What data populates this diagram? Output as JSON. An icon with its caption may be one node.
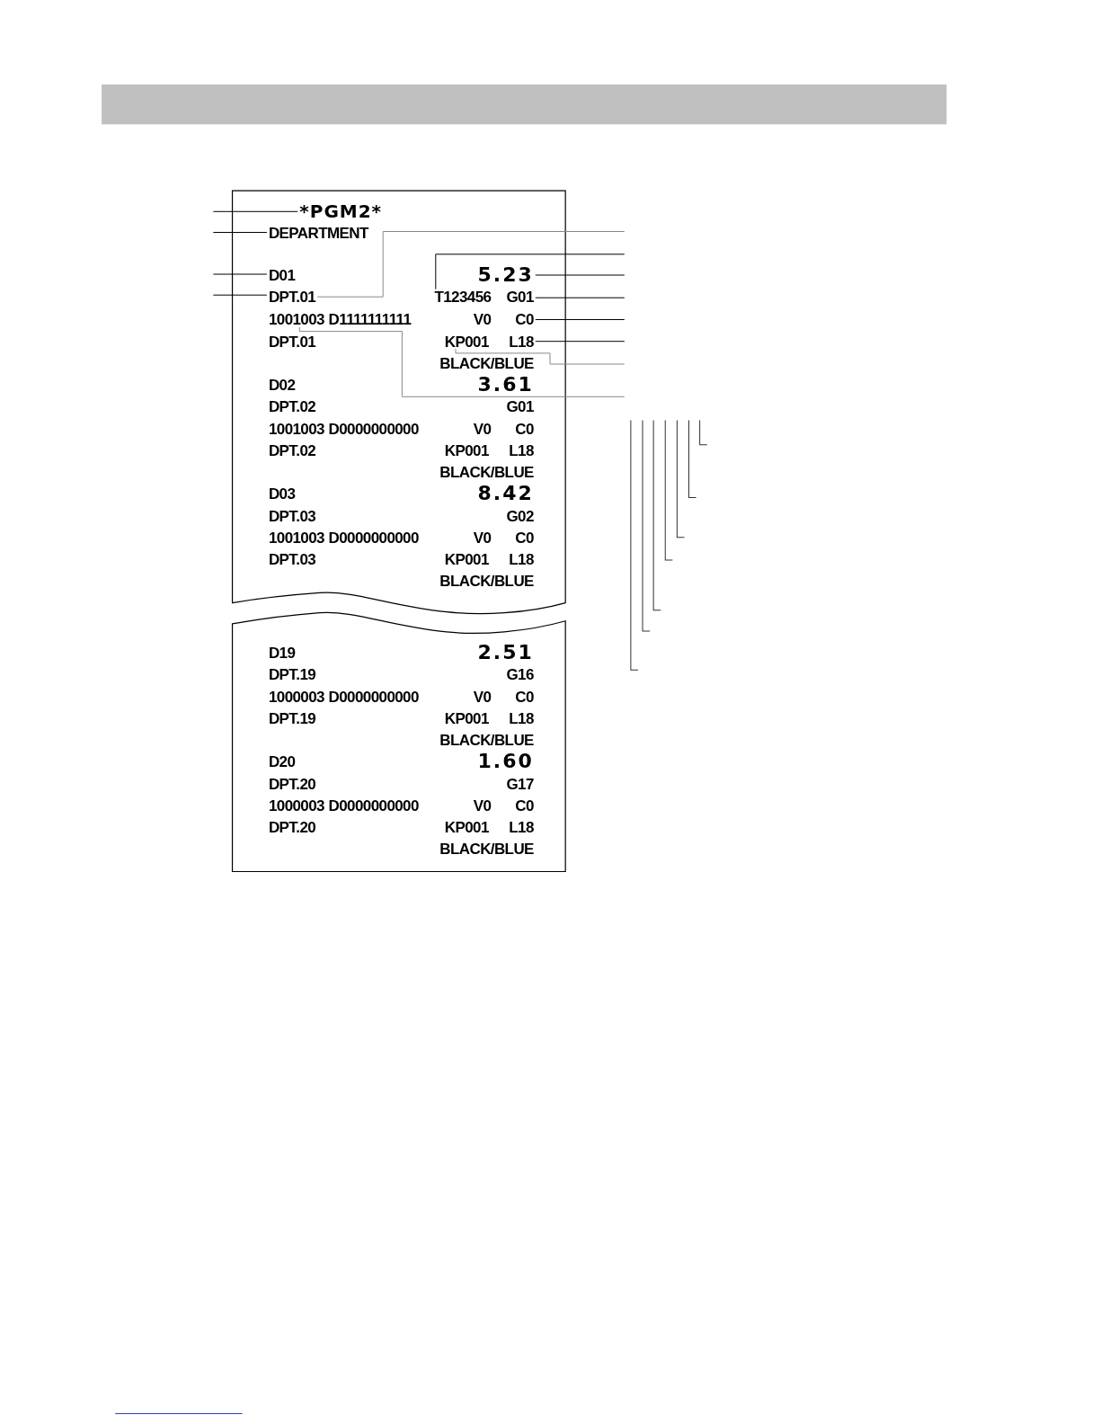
{
  "diagram": {
    "nodes": [
      {
        "text": [
          "*PGM2*"
        ]
      },
      {
        "text": [
          "DEPARTMENT"
        ]
      },
      {
        "text": [
          "**D**01"
        ]
      },
      {
        "text": [
          "5.23"
        ]
      },
      {
        "text": [
          "DPT.**01**"
        ]
      },
      {
        "text": [
          "T123456"
        ]
      },
      {
        "text": [
          "G01"
        ]
      },
      {
        "text": [
          "1001003"
        ]
      },
      {
        "text": [
          "C0"
        ]
      },
      {
        "text": [
          "KP001"
        ]
      },
      {
        "text": [
          "L18"
        ]
      }
    ],
    "edges": [
      {
        "from": null,
        "to": 0,
        "arrow": "none"
      },
      {
        "from": null,
        "to": 1,
        "arrow": "none"
      },
      {
        "from": null,
        "to": 2,
        "arrow": "none"
      },
      {
        "from": null,
        "to": 4,
        "arrow": "none"
      },
      {
        "from": null,
        "to": 4,
        "arrow": "none",
        "color": "#888888"
      },
      {
        "from": null,
        "to": 5,
        "arrow": "none"
      },
      {
        "from": null,
        "to": 3,
        "arrow": "none"
      },
      {
        "from": null,
        "to": 6,
        "arrow": "none"
      },
      {
        "from": null,
        "to": 8,
        "arrow": "none"
      },
      {
        "from": null,
        "to": 10,
        "arrow": "none"
      },
      {
        "from": null,
        "to": 9,
        "arrow": "none",
        "color": "#888888"
      },
      {
        "from": null,
        "to": 7,
        "arrow": "none",
        "color": "#888888"
      }
    ],
    "labels": [
      "D1111111111",
      "V0",
      "DPT.**01**",
      "BLACK/BLUE",
      "**D**02",
      "3.61",
      "DPT.**02**",
      "G01",
      "1001003",
      "D0000000000",
      "V0",
      "C0",
      "DPT.**02**",
      "KP001",
      "L18",
      "BLACK/BLUE",
      "**D**03",
      "8.42",
      "DPT.**03**",
      "G02",
      "1001003",
      "D0000000000",
      "V0",
      "C0",
      "DPT.**03**",
      "KP001",
      "L18",
      "BLACK/BLUE",
      "**D**19",
      "2.51",
      "DPT.**19**",
      "G16",
      "1000003",
      "D0000000000",
      "V0",
      "C0",
      "DPT.**19**",
      "KP001",
      "L18",
      "BLACK/BLUE",
      "**D**20",
      "1.60",
      "DPT.**20**",
      "G17",
      "1000003",
      "D0000000000",
      "V0",
      "C0",
      "DPT.**20**",
      "KP001",
      "L18",
      "BLACK/BLUE"
    ]
  }
}
